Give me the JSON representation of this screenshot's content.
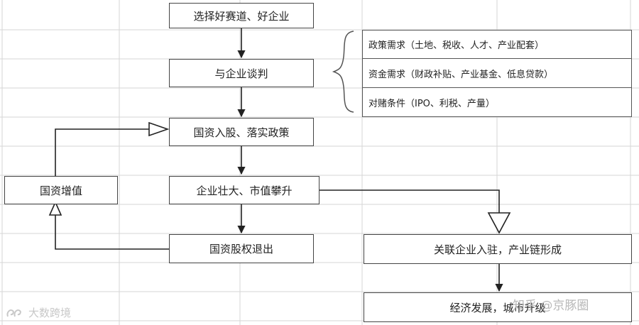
{
  "flow": {
    "select": "选择好赛道、好企业",
    "negotiate": "与企业谈判",
    "invest": "国资入股、落实政策",
    "grow": "企业壮大、市值攀升",
    "exit": "国资股权退出",
    "appreciate": "国资增值",
    "related": "关联企业入驻，产业链形成",
    "economy": "经济发展，城市升级"
  },
  "conditions": [
    "政策需求（土地、税收、人才、产业配套）",
    "资金需求（财政补贴、产业基金、低息贷款）",
    "对赌条件（IPO、利税、产量）"
  ],
  "watermarks": {
    "zhihu": "知乎 @京豚圈",
    "logo": "大数跨境"
  },
  "colors": {
    "border": "#444444",
    "grid": "#d4d4d4"
  }
}
